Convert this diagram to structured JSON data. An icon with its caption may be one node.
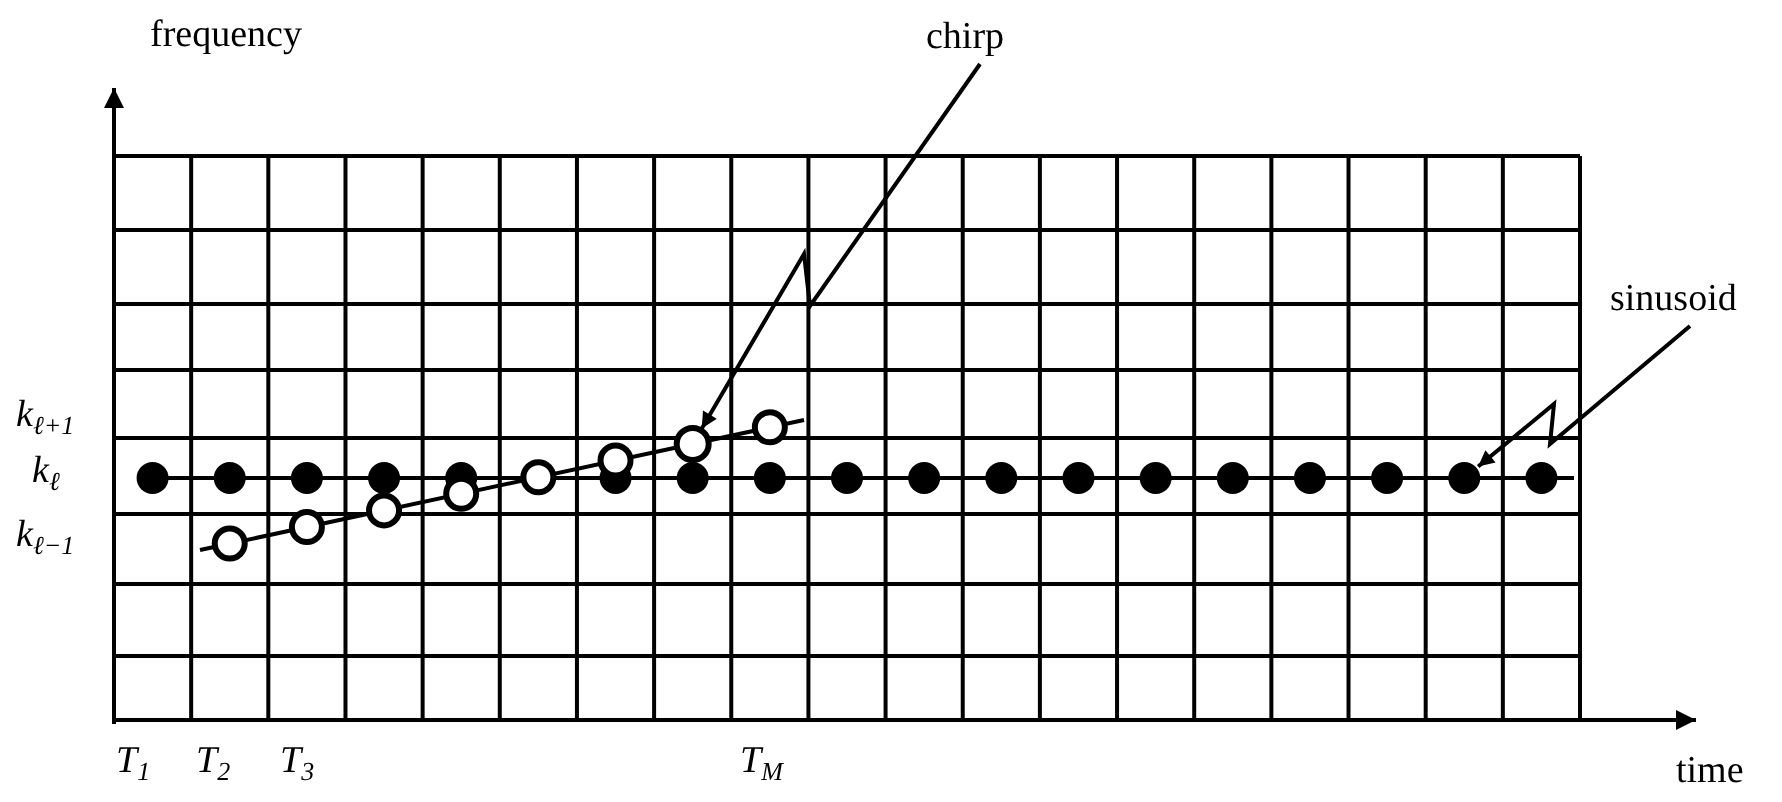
{
  "diagram": {
    "nodes": [
      {
        "text": [
          "chirp"
        ]
      },
      {
        "text": [],
        "shape": "circle"
      },
      {
        "text": [
          "sinusoid"
        ]
      },
      {
        "text": [],
        "shape": "circle"
      }
    ],
    "edges": [
      {
        "from": 0,
        "to": 1,
        "arrow": "to"
      },
      {
        "from": 2,
        "to": 3,
        "arrow": "to"
      }
    ],
    "labels": [
      "frequency",
      "*k*$_{ℓ+1}$",
      "*k*$_{ℓ}$",
      "*k*$_{ℓ−1}$",
      "*T*$_{1}$",
      "*T*$_{2}$",
      "*T*$_{3}$",
      "*T*$_{M}$",
      "time"
    ]
  }
}
